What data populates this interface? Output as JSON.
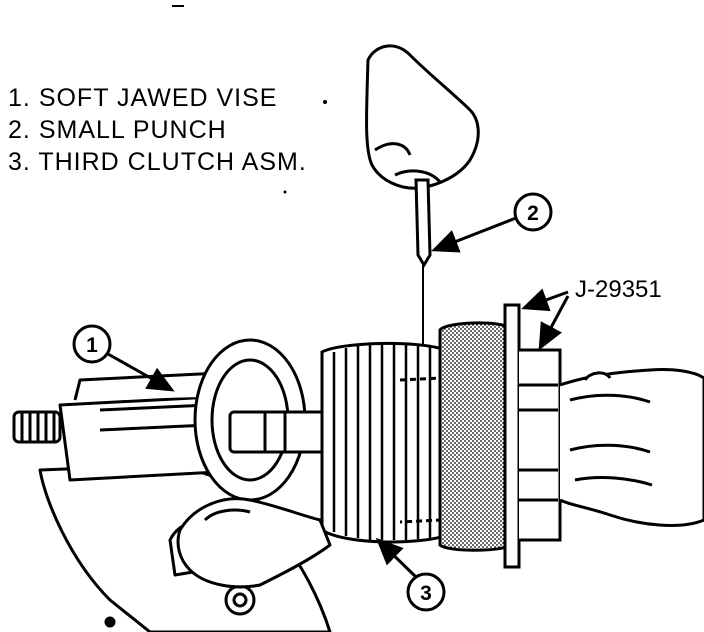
{
  "legend": {
    "items": [
      {
        "number": "1.",
        "label": "SOFT JAWED VISE"
      },
      {
        "number": "2.",
        "label": "SMALL PUNCH"
      },
      {
        "number": "3.",
        "label": "THIRD CLUTCH ASM."
      }
    ]
  },
  "callouts": {
    "one": "1",
    "two": "2",
    "three": "3"
  },
  "tool": {
    "label": "J-29351"
  }
}
